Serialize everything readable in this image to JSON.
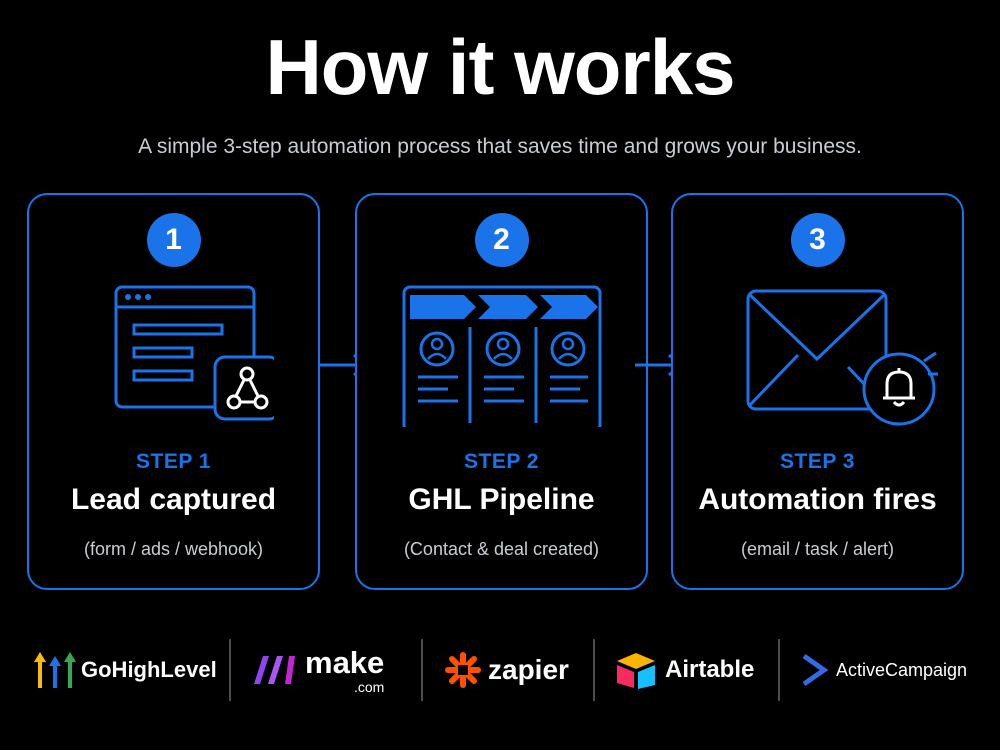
{
  "header": {
    "title": "How it works",
    "subtitle": "A simple 3-step automation process that saves time and grows your business."
  },
  "colors": {
    "accent": "#1a73e8",
    "background": "#000000",
    "text": "#ffffff",
    "muted": "#c9cdd3"
  },
  "steps": [
    {
      "number": "1",
      "label": "STEP 1",
      "title": "Lead captured",
      "description": "(form / ads / webhook)",
      "icon": "browser-form-webhook-icon"
    },
    {
      "number": "2",
      "label": "STEP 2",
      "title": "GHL Pipeline",
      "description": "(Contact & deal created)",
      "icon": "pipeline-contacts-icon"
    },
    {
      "number": "3",
      "label": "STEP 3",
      "title": "Automation fires",
      "description": "(email / task / alert)",
      "icon": "email-bell-icon"
    }
  ],
  "logos": {
    "gohighlevel": "GoHighLevel",
    "make": "make",
    "make_sub": ".com",
    "zapier": "zapier",
    "airtable": "Airtable",
    "activecampaign": "ActiveCampaign"
  }
}
